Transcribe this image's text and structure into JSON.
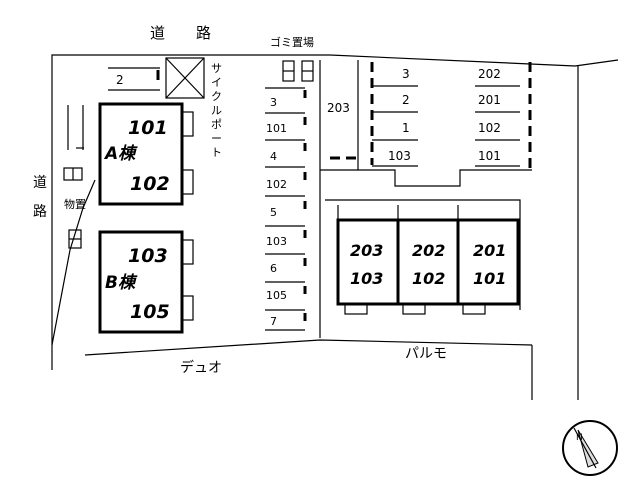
{
  "roads": {
    "top": "道　路",
    "left_top": "道",
    "left_bottom": "路"
  },
  "cycle_port": {
    "l1": "サ",
    "l2": "イ",
    "l3": "ク",
    "l4": "ル",
    "l5": "ポ",
    "l6": "ー",
    "l7": "ト"
  },
  "garbage": "ゴミ置場",
  "storage": "物置",
  "parking_left_top": "2",
  "building_a": {
    "unit_top": "101",
    "name": "A棟",
    "unit_bottom": "102"
  },
  "building_b": {
    "unit_top": "103",
    "name": "B棟",
    "unit_bottom": "105"
  },
  "parking_middle": [
    "3",
    "101",
    "4",
    "102",
    "5",
    "103",
    "6",
    "105",
    "7"
  ],
  "parking_203": "203",
  "parking_right_a": [
    "3",
    "2",
    "1",
    "103"
  ],
  "parking_right_b": [
    "202",
    "201",
    "102",
    "101"
  ],
  "palmo_units": [
    {
      "top": "203",
      "bottom": "103"
    },
    {
      "top": "202",
      "bottom": "102"
    },
    {
      "top": "201",
      "bottom": "101"
    }
  ],
  "labels": {
    "duo": "デュオ",
    "palmo": "パルモ"
  },
  "compass": {
    "n": "N"
  }
}
